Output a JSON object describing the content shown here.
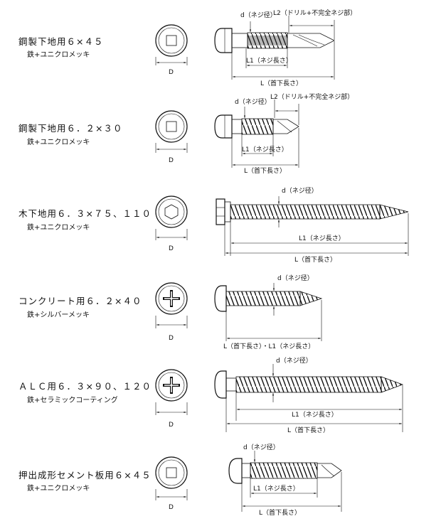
{
  "screws": [
    {
      "title": "鋼製下地用６×４５",
      "finish": "鉄+ユニクロメッキ",
      "head_label": "D",
      "labels": {
        "d": "d（ネジ径）",
        "l2": "L2（ドリル+不完全ネジ部）",
        "l1": "L1（ネジ長さ）",
        "l": "L（首下長さ）"
      }
    },
    {
      "title": "鋼製下地用６．２×３０",
      "finish": "鉄+ユニクロメッキ",
      "head_label": "D",
      "labels": {
        "d": "d（ネジ径）",
        "l2": "L2（ドリル+不完全ネジ部）",
        "l1": "L1（ネジ長さ）",
        "l": "L（首下長さ）"
      }
    },
    {
      "title": "木下地用６．３×７５、１１０",
      "finish": "鉄+ユニクロメッキ",
      "head_label": "D",
      "labels": {
        "d": "d（ネジ径）",
        "l1": "L1（ネジ長さ）",
        "l": "L（首下長さ）"
      }
    },
    {
      "title": "コンクリート用６．２×４０",
      "finish": "鉄+シルバーメッキ",
      "head_label": "D",
      "labels": {
        "d": "d（ネジ径）",
        "l": "L（首下長さ）・L1（ネジ長さ）"
      }
    },
    {
      "title": "ＡＬＣ用６．３×９０、１２０",
      "finish": "鉄+セラミックコーティング",
      "head_label": "D",
      "labels": {
        "d": "d（ネジ径）",
        "l1": "L1（ネジ長さ）",
        "l": "L（首下長さ）"
      }
    },
    {
      "title": "押出成形セメント板用６×４５",
      "finish": "鉄+ユニクロメッキ",
      "head_label": "D",
      "labels": {
        "d": "d（ネジ径）",
        "l1": "L1（ネジ長さ）",
        "l": "L（首下長さ）"
      }
    }
  ],
  "icons": [
    "square-recess-icon",
    "hex-recess-icon",
    "phillips-recess-icon"
  ]
}
